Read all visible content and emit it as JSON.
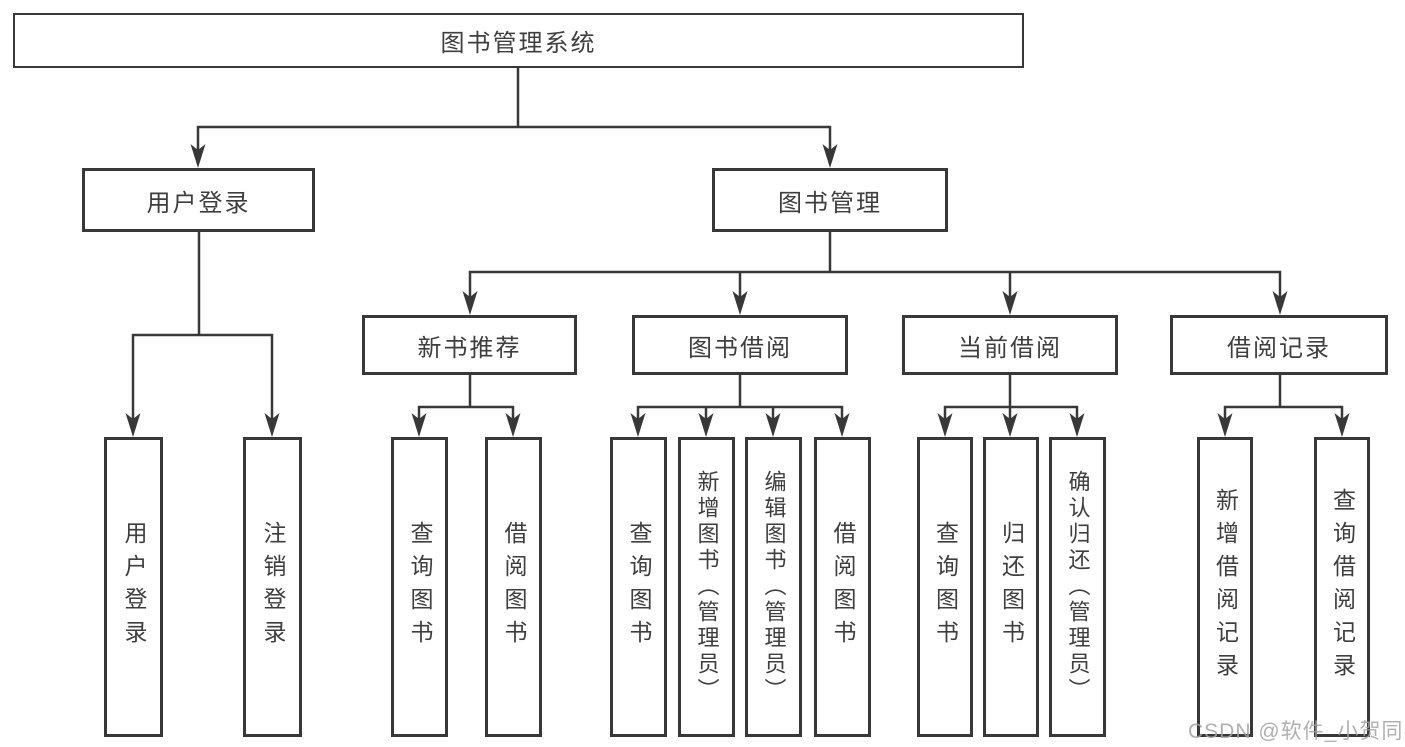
{
  "diagram": {
    "title": "图书管理系统",
    "root": {
      "label": "图书管理系统"
    },
    "level2": [
      {
        "id": "user-login",
        "label": "用户登录"
      },
      {
        "id": "book-management",
        "label": "图书管理"
      }
    ],
    "level3": [
      {
        "id": "new-book-recommend",
        "label": "新书推荐"
      },
      {
        "id": "book-borrow",
        "label": "图书借阅"
      },
      {
        "id": "current-borrow",
        "label": "当前借阅"
      },
      {
        "id": "borrow-records",
        "label": "借阅记录"
      }
    ],
    "leaves": [
      {
        "parent": "user-login",
        "label": "用户登录"
      },
      {
        "parent": "user-login",
        "label": "注销登录"
      },
      {
        "parent": "new-book-recommend",
        "label": "查询图书"
      },
      {
        "parent": "new-book-recommend",
        "label": "借阅图书"
      },
      {
        "parent": "book-borrow",
        "label": "查询图书"
      },
      {
        "parent": "book-borrow",
        "label": "新增图书（管理员）"
      },
      {
        "parent": "book-borrow",
        "label": "编辑图书（管理员）"
      },
      {
        "parent": "book-borrow",
        "label": "借阅图书"
      },
      {
        "parent": "current-borrow",
        "label": "查询图书"
      },
      {
        "parent": "current-borrow",
        "label": "归还图书"
      },
      {
        "parent": "current-borrow",
        "label": "确认归还（管理员）"
      },
      {
        "parent": "borrow-records",
        "label": "新增借阅记录"
      },
      {
        "parent": "borrow-records",
        "label": "查询借阅记录"
      }
    ]
  },
  "watermark": {
    "text": "CSDN @软件_小贺同学"
  },
  "colors": {
    "line": "#383838",
    "text": "#3e3e3e",
    "watermark": "#a2a2a2",
    "background": "#ffffff"
  }
}
